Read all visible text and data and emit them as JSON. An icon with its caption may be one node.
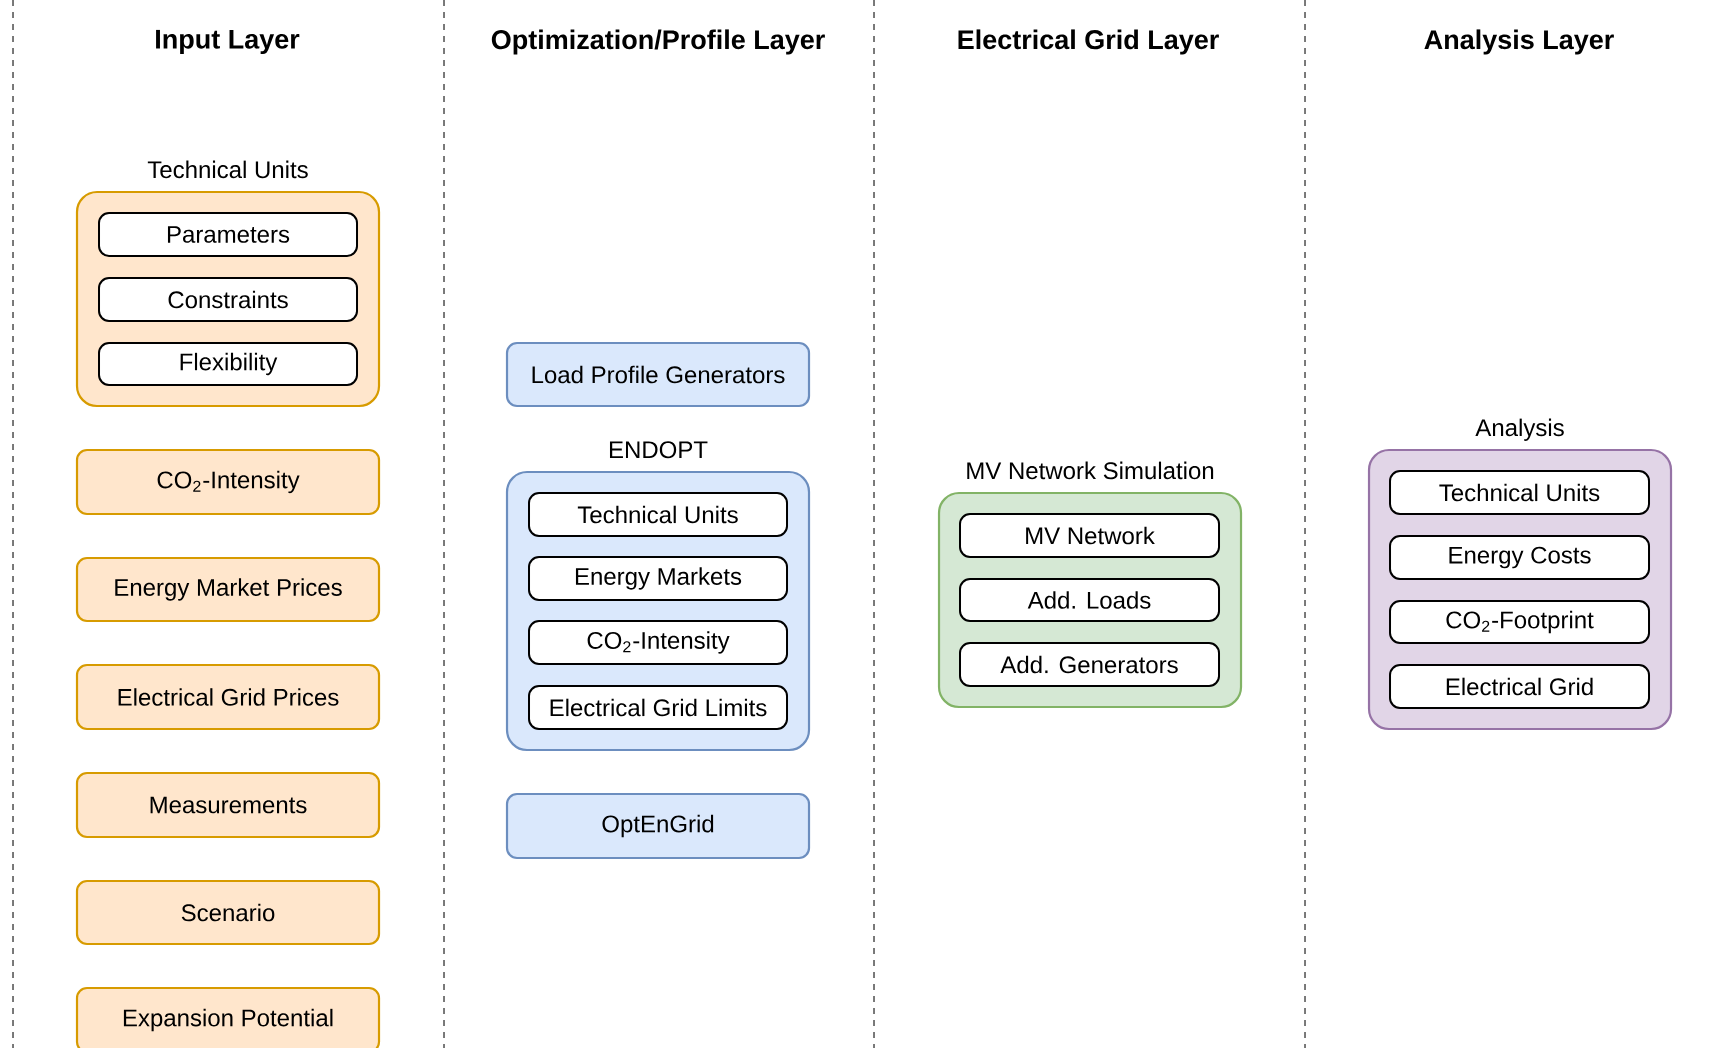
{
  "diagram": {
    "nodes": [
      {
        "text": [
          "Technical Units"
        ]
      },
      {
        "text": [
          "Parameters"
        ],
        "in": 0
      },
      {
        "text": [
          "Constraints"
        ],
        "in": 0
      },
      {
        "text": [
          "Flexibility"
        ],
        "in": 0
      },
      {
        "text": [
          "CO$_{2}$-Intensity"
        ]
      },
      {
        "text": [
          "Energy Market Prices"
        ]
      },
      {
        "text": [
          "Electrical Grid Prices"
        ]
      },
      {
        "text": [
          "Measurements"
        ]
      },
      {
        "text": [
          "Scenario"
        ]
      },
      {
        "text": [
          "Expansion Potential"
        ]
      },
      {
        "text": [
          "Load Profile Generators"
        ]
      },
      {
        "text": [
          "ENDOPT"
        ]
      },
      {
        "text": [
          "Technical Units"
        ],
        "in": 11
      },
      {
        "text": [
          "Energy Markets"
        ],
        "in": 11
      },
      {
        "text": [
          "CO$_{2}$-Intensity"
        ],
        "in": 11
      },
      {
        "text": [
          "Electrical Grid Limits"
        ],
        "in": 11
      },
      {
        "text": [
          "OptEnGrid"
        ]
      },
      {
        "text": [
          "MV Network Simulation"
        ]
      },
      {
        "text": [
          "MV Network"
        ],
        "in": 17
      },
      {
        "text": [
          "Add. Loads"
        ],
        "in": 17
      },
      {
        "text": [
          "Add. Generators"
        ],
        "in": 17
      },
      {
        "text": [
          "Analysis"
        ]
      },
      {
        "text": [
          "Technical Units"
        ],
        "in": 21
      },
      {
        "text": [
          "Energy Costs"
        ],
        "in": 21
      },
      {
        "text": [
          "CO$_{2}$-Footprint"
        ],
        "in": 21
      },
      {
        "text": [
          "Electrical Grid"
        ],
        "in": 21
      }
    ],
    "labels": [
      "Input Layer",
      "Optimization/Profile Layer",
      "Electrical Grid Layer",
      "Analysis Layer"
    ]
  }
}
